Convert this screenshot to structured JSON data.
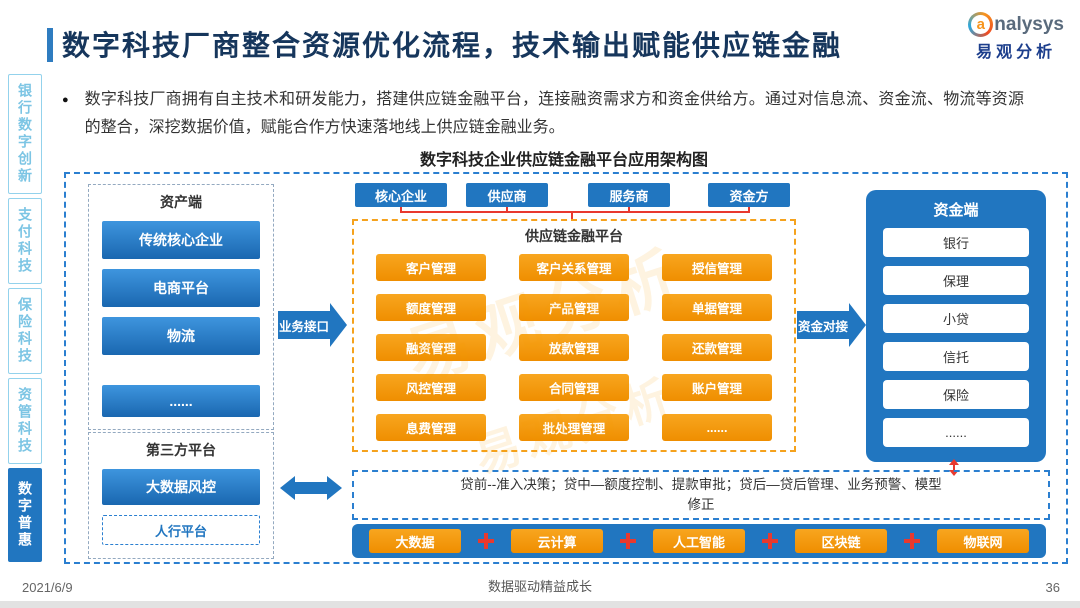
{
  "slide": {
    "title": "数字科技厂商整合资源优化流程，技术输出赋能供应链金融",
    "bullet": "●",
    "intro": "数字科技厂商拥有自主技术和研发能力，搭建供应链金融平台，连接融资需求方和资金供给方。通过对信息流、资金流、物流等资源的整合，深挖数据价值，赋能合作方快速落地线上供应链金融业务。",
    "diagram_title": "数字科技企业供应链金融平台应用架构图"
  },
  "logo": {
    "initial": "a",
    "rest": "nalysys",
    "name_cn": "易观分析"
  },
  "sidebar": {
    "items": [
      {
        "label": "银行数字创新",
        "active": false
      },
      {
        "label": "支付科技",
        "active": false
      },
      {
        "label": "保险科技",
        "active": false
      },
      {
        "label": "资管科技",
        "active": false
      },
      {
        "label": "数字普惠",
        "active": true
      }
    ]
  },
  "diagram": {
    "asset_side": {
      "title": "资产端",
      "items": [
        "传统核心企业",
        "电商平台",
        "物流",
        "......"
      ]
    },
    "third_party": {
      "title": "第三方平台",
      "items": [
        "大数据风控",
        "人行平台"
      ]
    },
    "business_arrow": "业务接口",
    "funding_arrow": "资金对接",
    "top_parties": [
      "核心企业",
      "供应商",
      "服务商",
      "资金方"
    ],
    "platform": {
      "title": "供应链金融平台",
      "columns": [
        [
          "客户管理",
          "额度管理",
          "融资管理",
          "风控管理",
          "息费管理"
        ],
        [
          "客户关系管理",
          "产品管理",
          "放款管理",
          "合同管理",
          "批处理管理"
        ],
        [
          "授信管理",
          "单据管理",
          "还款管理",
          "账户管理",
          "......"
        ]
      ]
    },
    "funding_side": {
      "title": "资金端",
      "items": [
        "银行",
        "保理",
        "小贷",
        "信托",
        "保险",
        "......"
      ]
    },
    "loan_process": {
      "line1": "贷前--准入决策；贷中—额度控制、提款审批；贷后—贷后管理、业务预警、模型",
      "line2": "修正"
    },
    "tech_items": [
      "大数据",
      "云计算",
      "人工智能",
      "区块链",
      "物联网"
    ],
    "watermark": "易观分析"
  },
  "footer": {
    "date": "2021/6/9",
    "slogan": "数据驱动精益成长",
    "page": "36"
  },
  "colors": {
    "accent_blue": "#2176c0",
    "orange": "#f39800",
    "red": "#e8392e",
    "navy_title": "#16365c"
  }
}
